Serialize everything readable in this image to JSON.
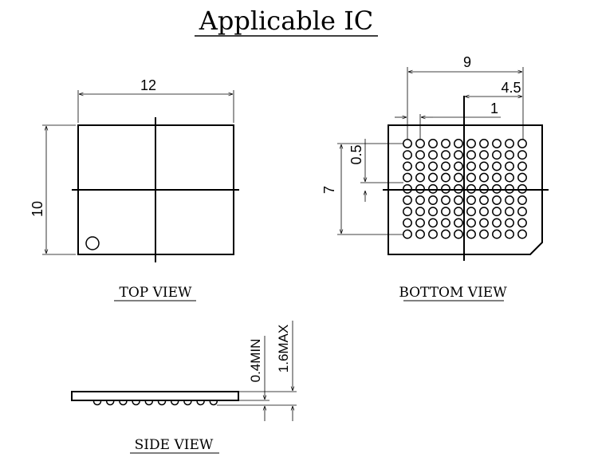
{
  "title": "Applicable IC",
  "top_view": {
    "caption": "TOP VIEW",
    "dim_width": "12",
    "dim_height": "10"
  },
  "bottom_view": {
    "caption": "BOTTOM VIEW",
    "dim_9": "9",
    "dim_4_5": "4.5",
    "dim_1": "1",
    "dim_0_5": "0.5",
    "dim_7": "7",
    "ball_rows": 9,
    "ball_cols": 10
  },
  "side_view": {
    "caption": "SIDE VIEW",
    "dim_min": "0.4MIN",
    "dim_max": "1.6MAX",
    "ball_count": 10
  }
}
